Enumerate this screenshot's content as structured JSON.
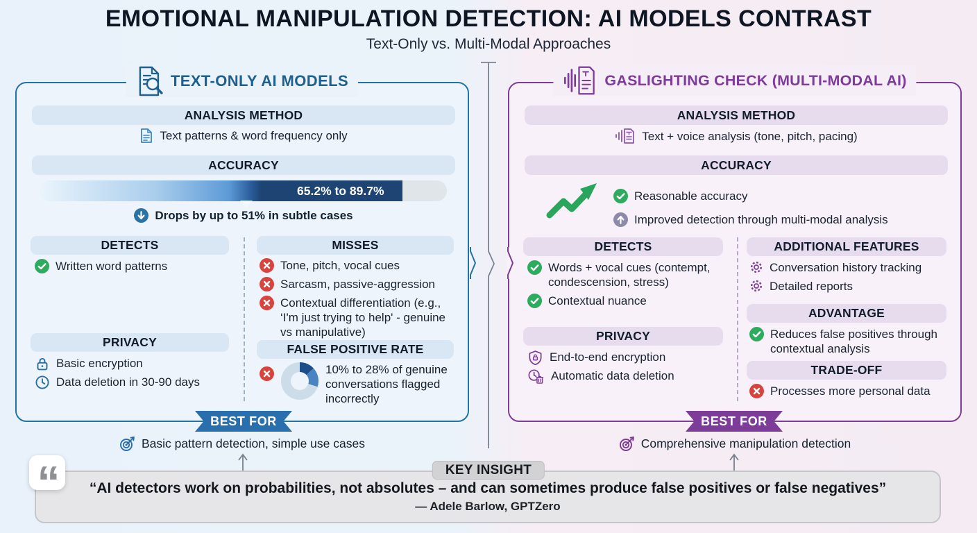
{
  "page": {
    "title": "EMOTIONAL MANIPULATION DETECTION: AI MODELS CONTRAST",
    "subtitle": "Text-Only vs. Multi-Modal Approaches"
  },
  "left_panel": {
    "title": "TEXT-ONLY AI MODELS",
    "analysis_method": {
      "header": "ANALYSIS METHOD",
      "text": "Text patterns & word frequency only"
    },
    "accuracy": {
      "header": "ACCURACY",
      "range_label": "65.2% to 89.7%",
      "note": "Drops by up to 51% in subtle cases",
      "bar_fill_percent": 89
    },
    "detects": {
      "header": "DETECTS",
      "items": [
        "Written word patterns"
      ]
    },
    "misses": {
      "header": "MISSES",
      "items": [
        "Tone, pitch, vocal cues",
        "Sarcasm, passive-aggression",
        "Contextual differentiation (e.g., ‘I'm just trying to help' - genuine vs manipulative)"
      ]
    },
    "privacy": {
      "header": "PRIVACY",
      "items": [
        "Basic encryption",
        "Data deletion in 30-90 days"
      ]
    },
    "false_positive_rate": {
      "header": "FALSE POSITIVE RATE",
      "text": "10% to 28% of genuine conversations flagged incorrectly",
      "donut_slices": [
        {
          "value": 13,
          "color": "#1d4e89"
        },
        {
          "value": 17,
          "color": "#4a83c2"
        },
        {
          "value": 70,
          "color": "#ccdce9"
        }
      ]
    },
    "best_for": {
      "label": "BEST FOR",
      "text": "Basic pattern detection, simple use cases"
    }
  },
  "right_panel": {
    "title": "GASLIGHTING CHECK (MULTI-MODAL AI)",
    "analysis_method": {
      "header": "ANALYSIS METHOD",
      "text": "Text + voice analysis (tone, pitch, pacing)"
    },
    "accuracy": {
      "header": "ACCURACY",
      "items": [
        "Reasonable accuracy",
        "Improved detection through multi-modal analysis"
      ]
    },
    "detects": {
      "header": "DETECTS",
      "items": [
        "Words + vocal cues (contempt, condescension, stress)",
        "Contextual nuance"
      ]
    },
    "privacy": {
      "header": "PRIVACY",
      "items": [
        "End-to-end encryption",
        "Automatic data deletion"
      ]
    },
    "additional_features": {
      "header": "ADDITIONAL FEATURES",
      "items": [
        "Conversation history tracking",
        "Detailed reports"
      ]
    },
    "advantage": {
      "header": "ADVANTAGE",
      "items": [
        "Reduces false positives through contextual analysis"
      ]
    },
    "trade_off": {
      "header": "TRADE-OFF",
      "items": [
        "Processes more personal data"
      ]
    },
    "best_for": {
      "label": "BEST FOR",
      "text": "Comprehensive manipulation detection"
    }
  },
  "key_insight": {
    "label": "KEY INSIGHT",
    "quote": "“AI detectors work on probabilities, not absolutes – and can sometimes produce false positives or false negatives”",
    "attribution": "— Adele Barlow, GPTZero"
  },
  "colors": {
    "left_accent": "#2272a4",
    "left_heading": "#1e6191",
    "right_accent": "#7d3c98",
    "green": "#2eab5f",
    "red": "#d8433e",
    "bar_dark": "#1d4473",
    "ribbon_left": "#2a6fad",
    "ribbon_right": "#7d3c98"
  }
}
